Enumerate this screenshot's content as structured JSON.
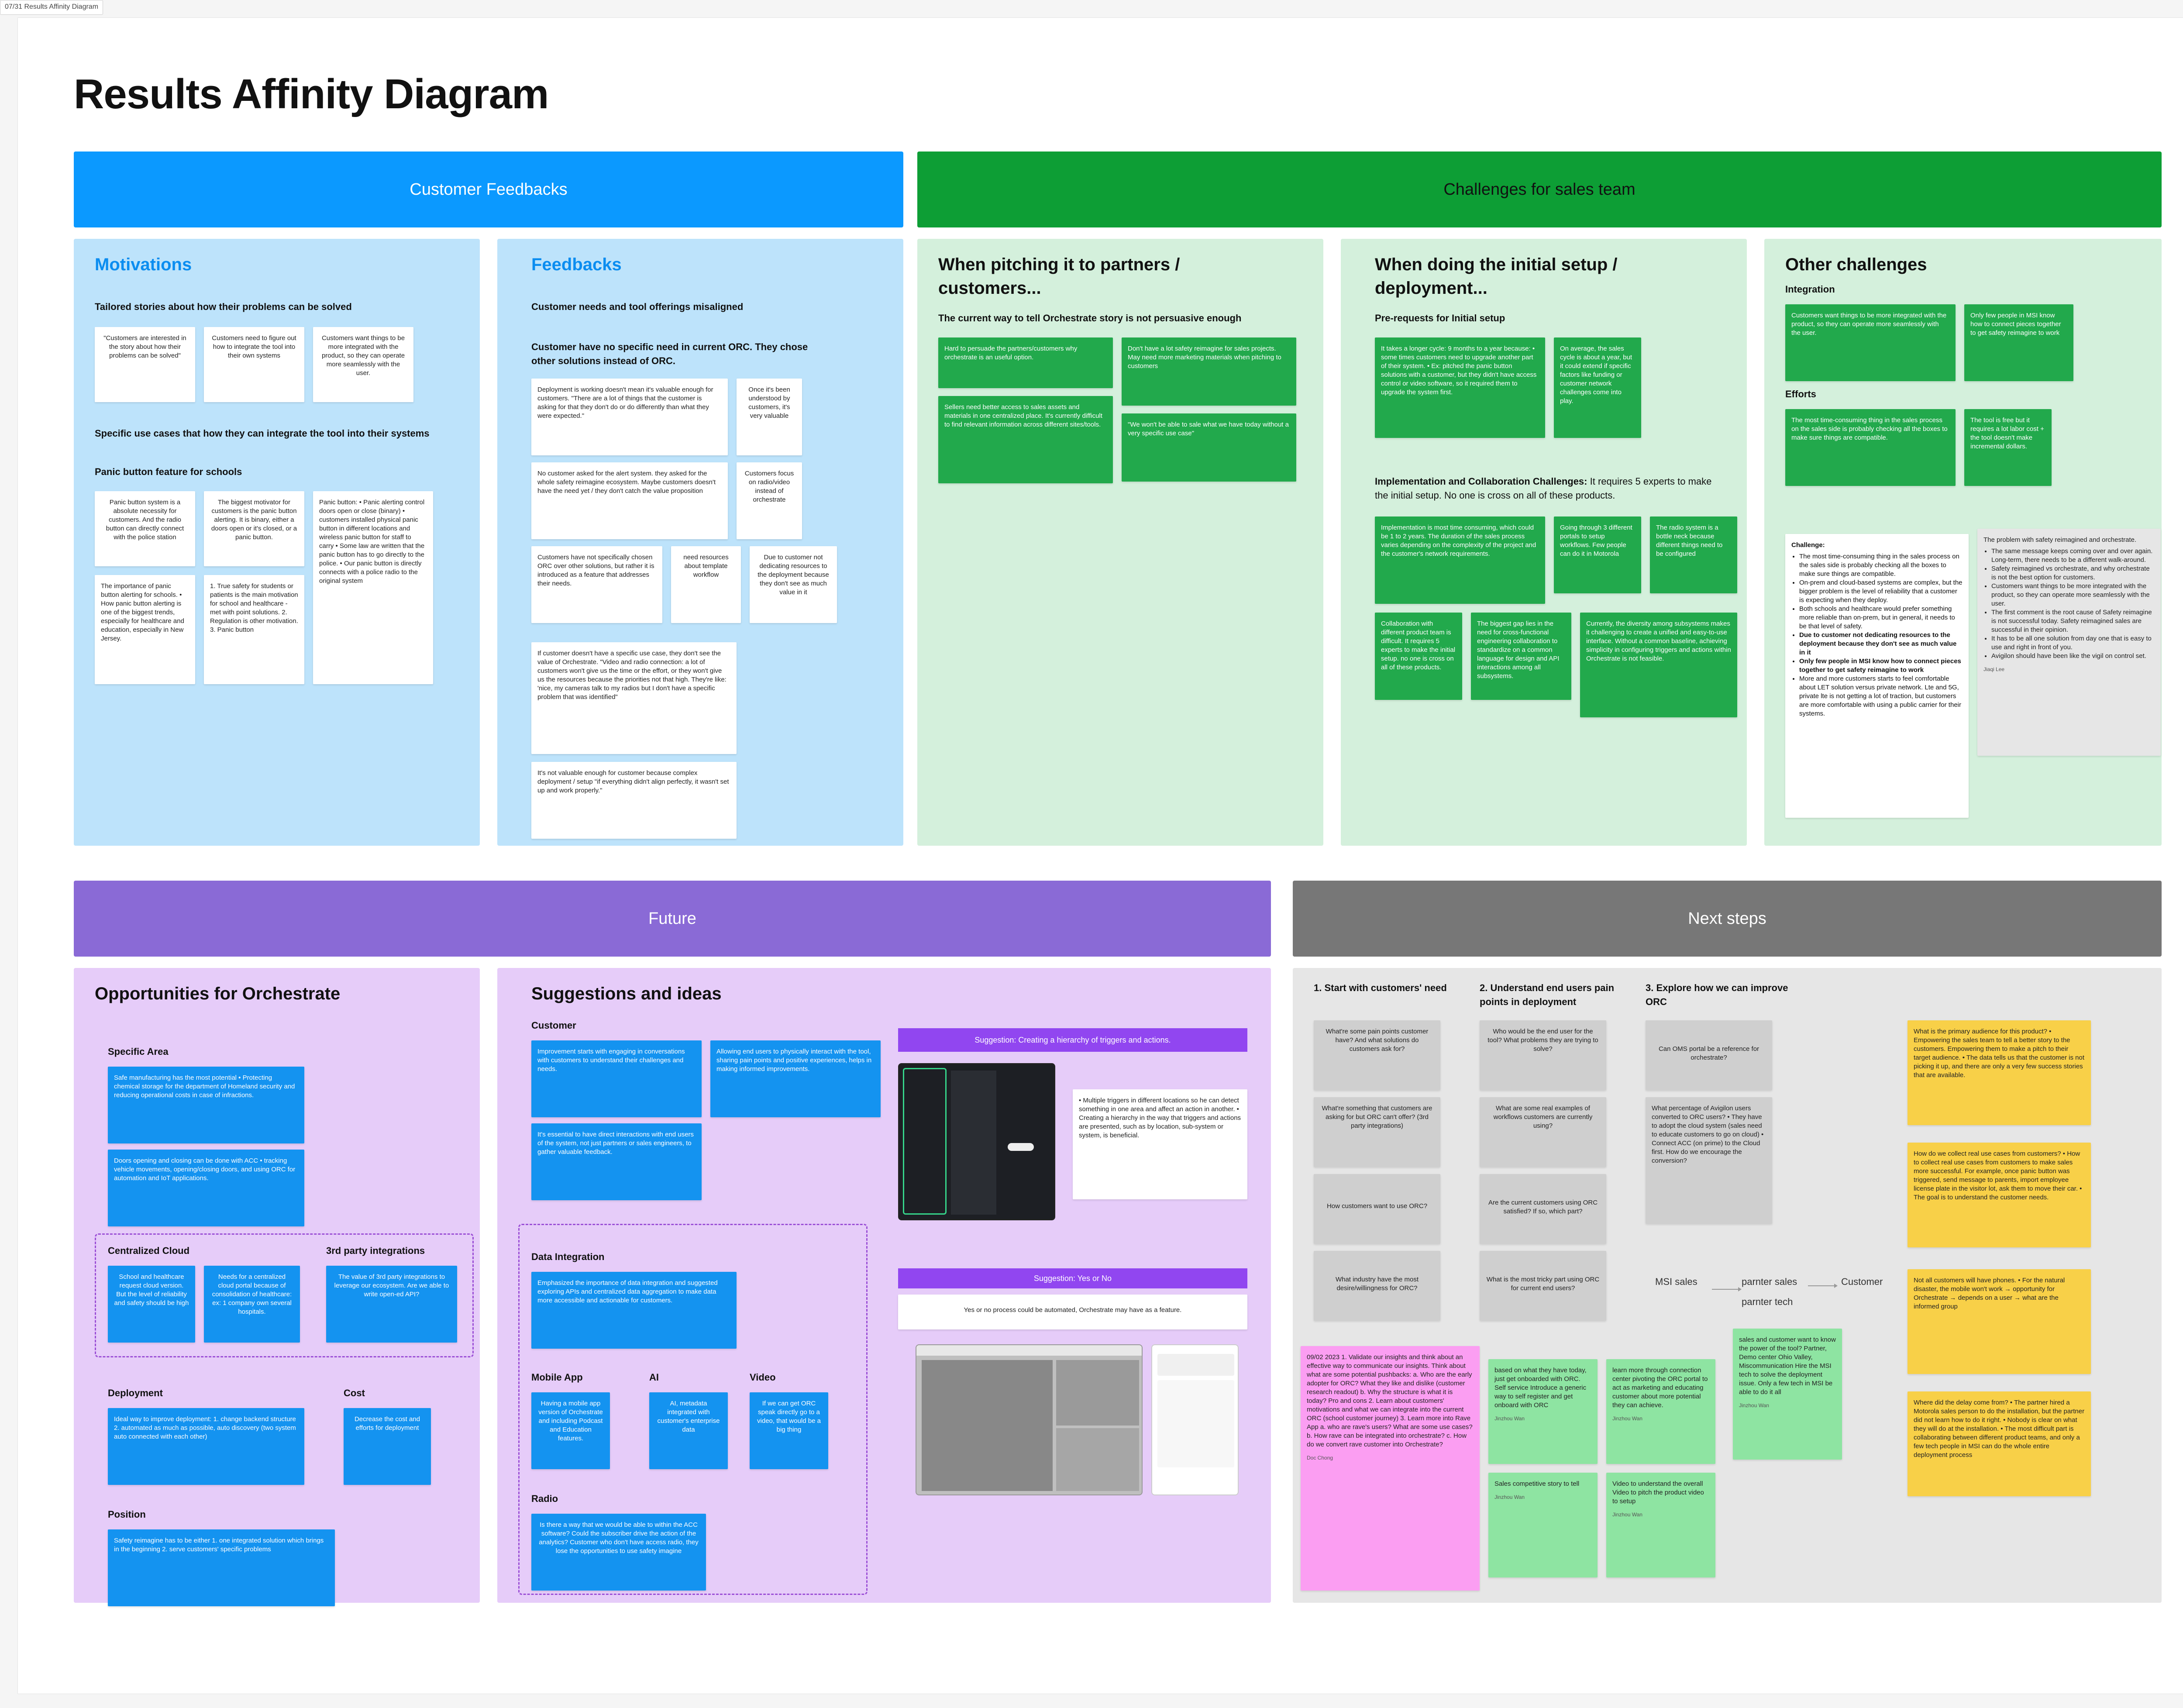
{
  "frame_tag": "07/31 Results Affinity Diagram",
  "page_title": "Results Affinity Diagram",
  "colors": {
    "blue_header": "#0b99ff",
    "green_header": "#0d9e35",
    "purple_header": "#8a6ad6",
    "gray_header": "#777777",
    "light_blue_panel": "#bde3fb",
    "light_green_panel": "#d4f0dc",
    "light_purple_panel": "#e6ccf9",
    "light_gray_panel": "#e6e6e6"
  },
  "headers": {
    "customer_feedbacks": "Customer Feedbacks",
    "challenges": "Challenges for sales team",
    "future": "Future",
    "next_steps": "Next steps"
  },
  "motivations": {
    "title": "Motivations",
    "sub1": "Tailored stories about how their problems can be solved",
    "notes1": [
      "\"Customers are interested in the story about how their problems can be solved\"",
      "Customers need to figure out how to integrate the tool into their own systems",
      "Customers want things to be more integrated with the product, so they can operate more seamlessly with the user."
    ],
    "sub2": "Specific use cases that how they can integrate the tool into their systems",
    "sub3": "Panic button feature for schools",
    "notes2": [
      "Panic button system is a absolute necessity for customers. And the radio button can directly connect with the police station",
      "The biggest motivator for customers is the panic button alerting. It is binary, either a doors open or it's closed, or a panic button.",
      "The importance of panic button alerting for schools. • How panic button alerting is one of the biggest trends, especially for healthcare and education, especially in New Jersey.",
      "1. True safety for students or patients is the main motivation for school and healthcare - met with point solutions. 2. Regulation is other motivation. 3. Panic button",
      "Panic button: • Panic alerting control doors open or close (binary) • customers installed physical panic button in different locations and wireless panic button for staff to carry • Some law are written that the panic button has to go directly to the police. • Our panic button is directly connects with a police radio to the original system"
    ]
  },
  "feedbacks": {
    "title": "Feedbacks",
    "sub1": "Customer needs and tool offerings misaligned",
    "sub2": "Customer have no specific need in current ORC. They chose other solutions instead of ORC.",
    "notes": [
      "Deployment is working doesn't mean it's valuable enough for customers. \"There are a lot of things that the customer is asking for that they don't do or do differently than what they were expected.\"",
      "Once it's been understood by customers, it's very valuable",
      "No customer asked for the alert system. they asked for the whole safety reimagine ecosystem. Maybe customers doesn't have the need yet / they don't catch the value proposition",
      "Customers focus on radio/video instead of orchestrate",
      "Customers have not specifically chosen ORC over other solutions, but rather it is introduced as a feature that addresses their needs.",
      "need resources about template workflow",
      "Due to customer not dedicating resources to the deployment because they don't see as much value in it",
      "If customer doesn't have a specific use case, they don't see the value of Orchestrate. \"Video and radio connection: a lot of customers won't give us the time or the effort, or they won't give us the resources because the priorities not that high. They're like: 'nice, my cameras talk to my radios but I don't have a specific problem that was identified\"",
      "It's not valuable enough for customer because complex deployment / setup \"if everything didn't align perfectly, it wasn't set up and work properly.\""
    ]
  },
  "pitching": {
    "title": "When pitching it to partners / customers...",
    "sub": "The current way to tell Orchestrate story is not persuasive enough",
    "notes": [
      "Hard to persuade the partners/customers why orchestrate is an useful option.",
      "Don't have a lot safety reimagine for sales projects. May need more marketing materials when pitching to customers",
      "Sellers need better access to sales assets and materials in one centralized place. It's currently difficult to find relevant information across different sites/tools.",
      "\"We won't be able to sale what we have today without a very specific use case\""
    ]
  },
  "setup": {
    "title": "When doing the initial setup / deployment...",
    "sub1": "Pre-requests for Initial setup",
    "notes1": [
      "It takes a longer cycle: 9 months to a year because: • some times customers need to upgrade another part of their system. • Ex: pitched the panic button solutions with a customer, but they didn't have access control or video software, so it required them to upgrade the system first.",
      "On average, the sales cycle is about a year, but it could extend if specific factors like funding or customer network challenges come into play."
    ],
    "sub2_bold": "Implementation and Collaboration Challenges:",
    "sub2_rest": " It requires 5 experts to make the initial setup. No one is cross on all of these products.",
    "notes2": [
      "Implementation is most time consuming, which could be 1 to 2 years. The duration of the sales process varies depending on the complexity of the project and the customer's network requirements.",
      "Going through 3 different portals to setup workflows. Few people can do it in Motorola",
      "The radio system is a bottle neck because different things need to be configured",
      "Collaboration with different product team is difficult. It requires 5 experts to make the initial setup. no one is cross on all of these products.",
      "The biggest gap lies in the need for cross-functional engineering collaboration to standardize on a common language for design and API interactions among all subsystems.",
      "Currently, the diversity among subsystems makes it challenging to create a unified and easy-to-use interface. Without a common baseline, achieving simplicity in configuring triggers and actions within Orchestrate is not feasible."
    ]
  },
  "other": {
    "title": "Other challenges",
    "sub1": "Integration",
    "notes1": [
      "Customers want things to be more integrated with the product, so they can operate more seamlessly with the user.",
      "Only few people in MSI know how to connect pieces together to get safety reimagine to work"
    ],
    "sub2": "Efforts",
    "notes2": [
      "The most time-consuming thing in the sales process on the sales side is probably checking all the boxes to make sure things are compatible.",
      "The tool is free but it requires a lot labor cost + the tool doesn't make incremental dollars."
    ],
    "challenge_title": "Challenge:",
    "challenge_items": [
      "The most time-consuming thing in the sales process on the sales side is probably checking all the boxes to make sure things are compatible.",
      "On-prem and cloud-based systems are complex, but the bigger problem is the level of reliability that a customer is expecting when they deploy.",
      "Both schools and healthcare would prefer something more reliable than on-prem, but in general, it needs to be that level of safety.",
      "Due to customer not dedicating resources to the deployment because they don't see as much value in it",
      "Only few people in MSI know how to connect pieces together to get safety reimagine to work",
      "More and more customers starts to feel comfortable about LET solution versus private network. Lte and 5G, private lte is not getting a lot of traction, but customers are more comfortable with using a public carrier for their systems."
    ],
    "problem_title": "The problem with safety reimagined and orchestrate.",
    "problem_items": [
      "The same message keeps coming over and over again. Long-term, there needs to be a different walk-around.",
      "Safety reimagined vs orchestrate, and why orchestrate is not the best option for customers.",
      "Customers want things to be more integrated with the product, so they can operate more seamlessly with the user.",
      "The first comment is the root cause of Safety reimagine is not successful today. Safety reimagined sales are successful in their opinion.",
      "It has to be all one solution from day one that is easy to use and right in front of you.",
      "Avigilon should have been like the vigil on control set."
    ],
    "problem_author": "Jiaqi Lee"
  },
  "opportunities": {
    "title": "Opportunities for Orchestrate",
    "specific_area": "Specific Area",
    "area_notes": [
      "Safe manufacturing has the most potential • Protecting chemical storage for the department of Homeland security and reducing operational costs in case of infractions.",
      "Doors opening and closing can be done with ACC • tracking vehicle movements, opening/closing doors, and using ORC for automation and IoT applications."
    ],
    "centralized_cloud": "Centralized Cloud",
    "third_party": "3rd party integrations",
    "cloud_notes": [
      "School and healthcare request cloud version. But the level of reliability and safety should be high",
      "Needs for a centralized cloud portal because of consolidation of healthcare: ex: 1 company own several hospitals."
    ],
    "third_note": "The value of 3rd party integrations to leverage our ecosystem. Are we able to write open-ed API?",
    "deployment": "Deployment",
    "deployment_note": "Ideal way to improve deployment: 1. change backend structure 2. automated as much as possible, auto discovery (two system auto connected with each other)",
    "cost": "Cost",
    "cost_note": "Decrease the cost and efforts for deployment",
    "position": "Position",
    "position_note": "Safety reimagine has to be either 1. one integrated solution which brings in the beginning 2. serve customers' specific problems"
  },
  "suggestions": {
    "title": "Suggestions and ideas",
    "customer": "Customer",
    "customer_notes": [
      "Improvement starts with engaging in conversations with customers to understand their challenges and needs.",
      "Allowing end users to physically interact with the tool, sharing pain points and positive experiences, helps in making informed improvements.",
      "It's essential to have direct interactions with end users of the system, not just partners or sales engineers, to gather valuable feedback."
    ],
    "data_integration": "Data Integration",
    "data_note": "Emphasized the importance of data integration and suggested exploring APIs and centralized data aggregation to make data more accessible and actionable for customers.",
    "mobile": "Mobile App",
    "mobile_note": "Having a mobile app version of Orchestrate and including Podcast and Education features.",
    "ai": "AI",
    "ai_note": "AI, metadata integrated with customer's enterprise data",
    "video": "Video",
    "video_note": "If we can get ORC speak directly go to a video, that would be a big thing",
    "radio": "Radio",
    "radio_note": "Is there a way that we would be able to within the ACC software? Could the subscriber drive the action of the analytics? Customer who don't have access radio, they lose the opportunities to use safety imagine",
    "bar1": "Suggestion: Creating a hierarchy of triggers and actions.",
    "hierarchy_note": "• Multiple triggers in different locations so he can detect something in one area and affect an action in another. • Creating a hierarchy in the way that triggers and actions are presented, such as by location, sub-system or system, is beneficial.",
    "bar2": "Suggestion: Yes or No",
    "yesno_note": "Yes or no process could be automated, Orchestrate may have as a feature."
  },
  "next": {
    "col1": "1. Start with customers' need",
    "col2": "2. Understand end users pain points in deployment",
    "col3": "3. Explore how we can improve ORC",
    "col1_notes": [
      "What're some pain points customer have? And what solutions do customers ask for?",
      "What're something that customers are asking for but ORC can't offer? (3rd party integrations)",
      "How customers want to use ORC?",
      "What industry have the most desire/willingness for ORC?"
    ],
    "col2_notes": [
      "Who would be the end user for the tool? What problems they are trying to solve?",
      "What are some real examples of workflows customers are currently using?",
      "Are the current customers using ORC satisfied? If so, which part?",
      "What is the most tricky part using ORC for current end users?"
    ],
    "col3_note1": "Can OMS portal be a reference for orchestrate?",
    "col3_note2": "What percentage of Avigilon users converted to ORC users? • They have to adopt the cloud system (sales need to educate customers to go on cloud) • Connect ACC (on prime) to the Cloud first. How do we encourage the conversion?",
    "flow": {
      "msi": "MSI sales",
      "partner_sales": "parnter sales",
      "partner_tech": "parnter tech",
      "customer": "Customer"
    },
    "yellow_notes": [
      "What is the primary audience for this product? • Empowering the sales team to tell a better story to the customers. Empowering them to make a pitch to their target audience. • The data tells us that the customer is not picking it up, and there are only a very few success stories that are available.",
      "How do we collect real use cases from customers? • How to collect real use cases from customers to make sales more successful. For example, once panic button was triggered, send message to parents, import employee license plate in the visitor lot, ask them to move their car. • The goal is to understand the customer needs.",
      "Not all customers will have phones. • For the natural disaster, the mobile won't work → opportunity for Orchestrate → depends on a user → what are the informed group",
      "Where did the delay come from? • The partner hired a Motorola sales person to do the installation, but the partner did not learn how to do it right. • Nobody is clear on what they will do at the installation. • The most difficult part is collaborating between different product teams, and only a few tech people in MSI can do the whole entire deployment process"
    ],
    "pink_note": "09/02 2023 1. Validate our insights and think about an effective way to communicate our insights. Think about what are some potential pushbacks: a. Who are the early adopter for ORC? What they like and dislike (customer research readout) b. Why the structure is what it is today? Pro and cons 2. Learn about customers' motivations and what we can integrate into the current ORC (school customer journey) 3. Learn more into Rave App a. who are rave's users? What are some use cases? b. How rave can be integrated into orchestrate? c. How do we convert rave customer into Orchestrate?",
    "pink_author": "Doc Chong",
    "green_notes": [
      "based on what they have today, just get onboarded with ORC. Self service Introduce a generic way to self register and get onboard with ORC",
      "learn more through connection center pivoting the ORC portal to act as marketing and educating customer about more potential they can achieve.",
      "sales and customer want to know the power of the tool? Partner, Demo center Ohio Valley, Miscommunication Hire the MSI tech to solve the deployment issue. Only a few tech in MSI be able to do it all",
      "Sales competitive story to tell",
      "Video to understand the overall Video to pitch the product video to setup"
    ],
    "green_author": "Jinzhou Wan"
  }
}
